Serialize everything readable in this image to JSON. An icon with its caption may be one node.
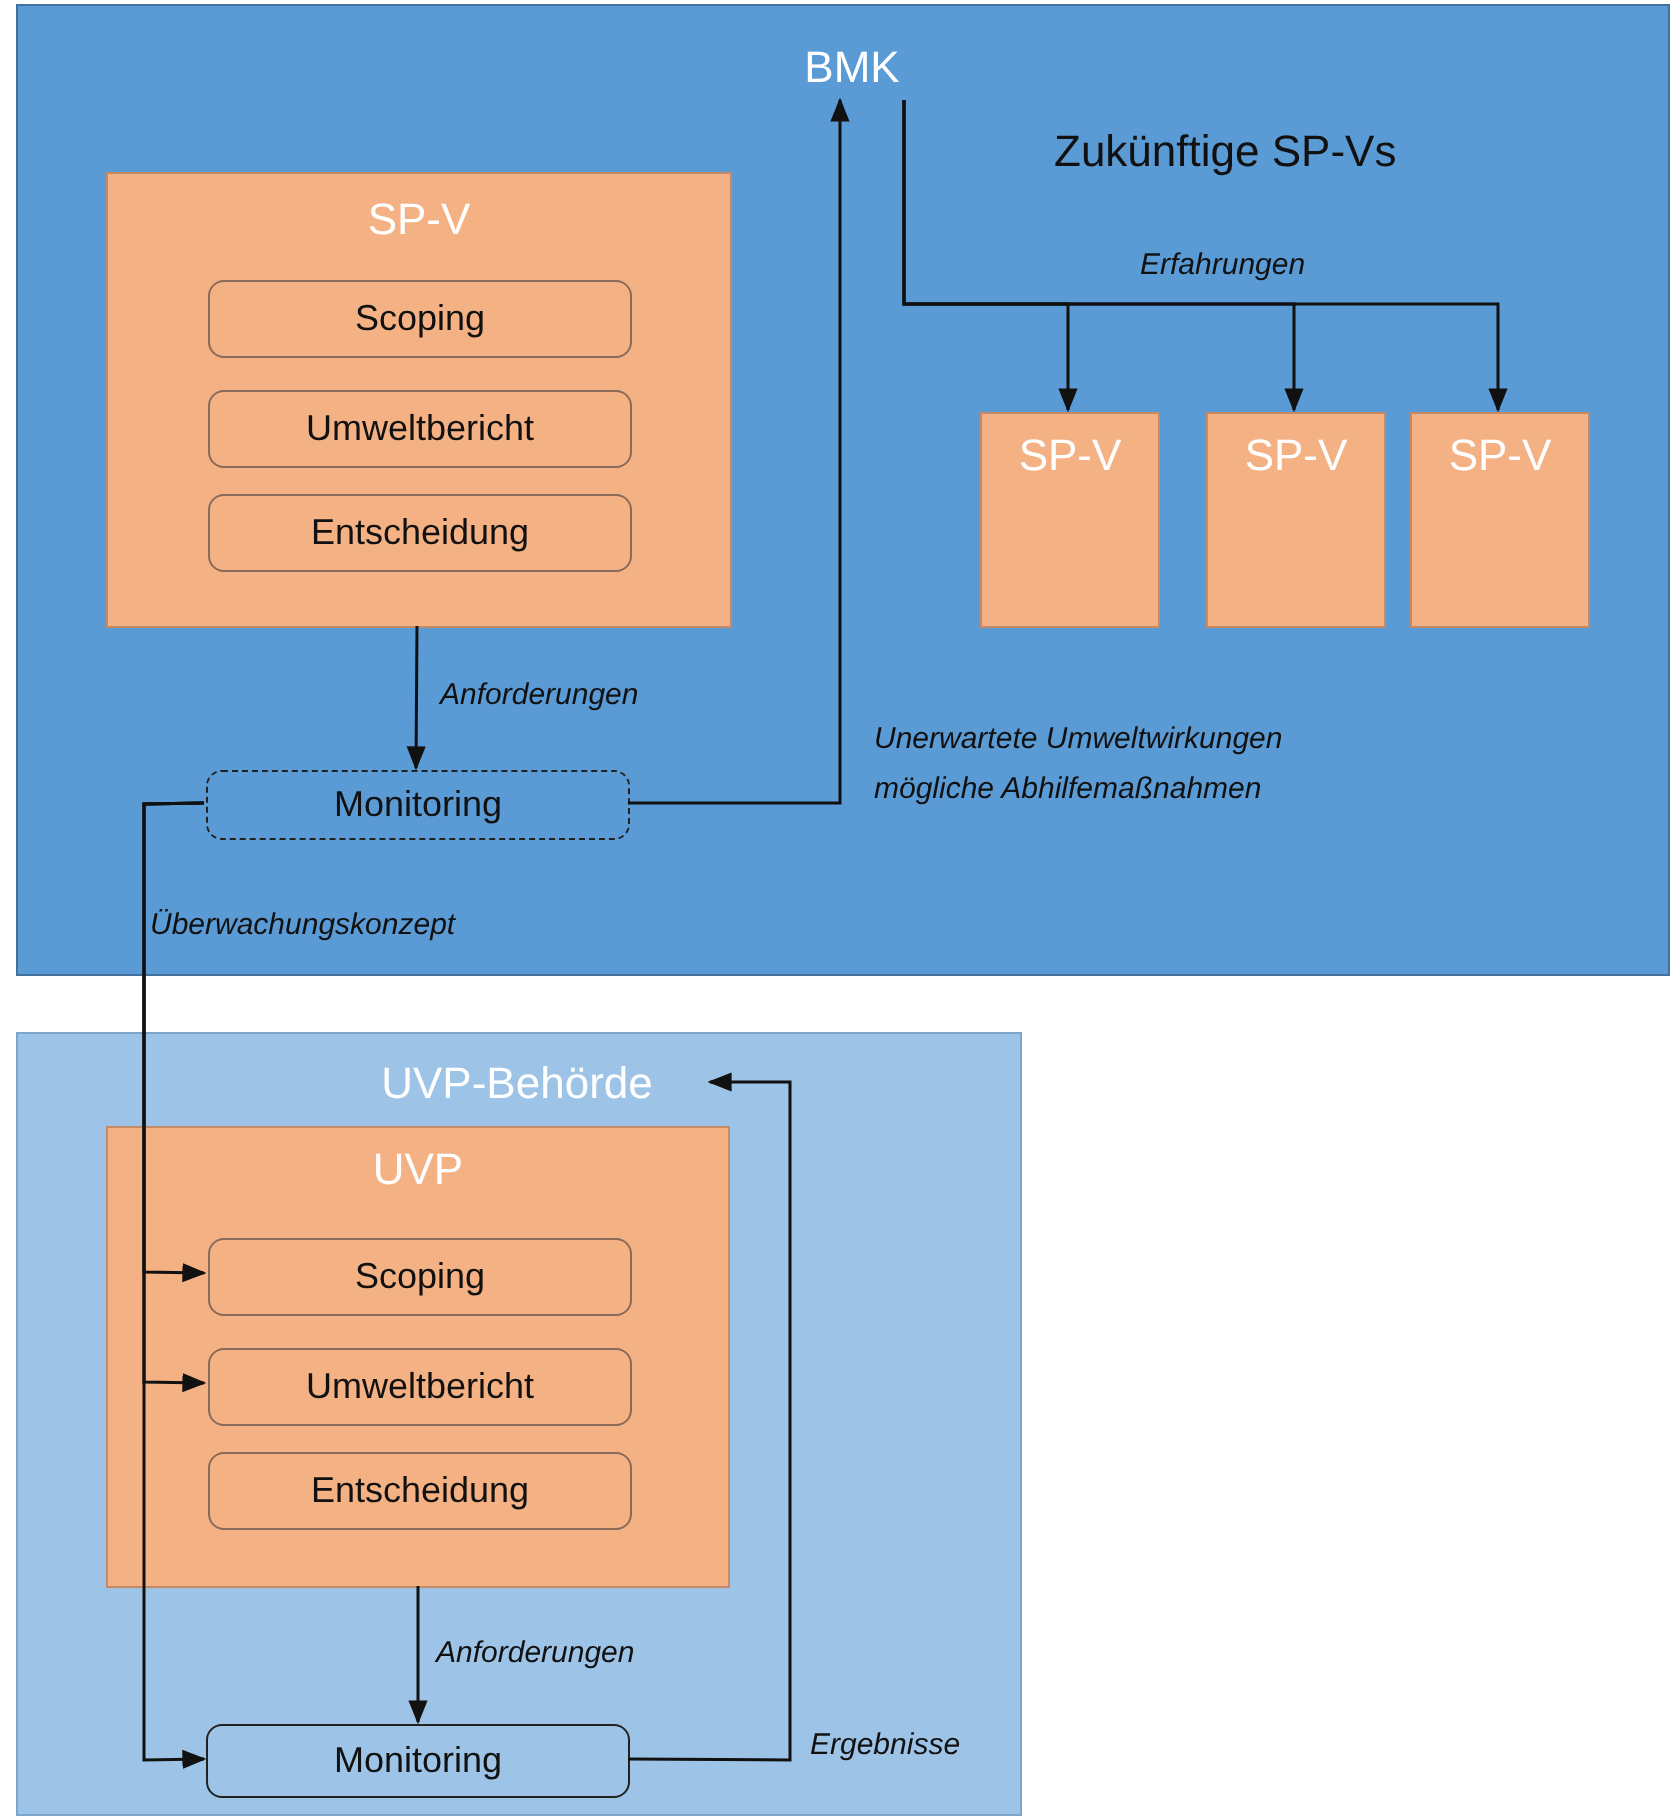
{
  "diagram": {
    "nodes": [
      {
        "text": [],
        "shape": "box"
      },
      {
        "text": [
          "BMK"
        ],
        "in": 0
      },
      {
        "text": [
          "SP-V"
        ],
        "in": 0
      },
      {
        "text": [
          "Scoping"
        ],
        "in": 2
      },
      {
        "text": [
          "Umweltbericht"
        ],
        "in": 2
      },
      {
        "text": [
          "Entscheidung"
        ],
        "in": 2
      },
      {
        "text": [
          "Monitoring"
        ],
        "in": 0
      },
      {
        "text": [
          "SP-V"
        ],
        "in": 0
      },
      {
        "text": [
          "SP-V"
        ],
        "in": 0
      },
      {
        "text": [
          "SP-V"
        ],
        "in": 0
      },
      {
        "text": [],
        "shape": "box"
      },
      {
        "text": [
          "UVP-Behörde"
        ],
        "in": 10
      },
      {
        "text": [
          "UVP"
        ],
        "in": 10
      },
      {
        "text": [
          "Scoping"
        ],
        "in": 12
      },
      {
        "text": [
          "Umweltbericht"
        ],
        "in": 12
      },
      {
        "text": [
          "Entscheidung"
        ],
        "in": 12
      },
      {
        "text": [
          "Monitoring"
        ],
        "in": 10
      }
    ],
    "edges": [
      {
        "from": 2,
        "to": 6,
        "arrow": "to",
        "label": "Anforderungen"
      },
      {
        "from": 6,
        "to": 1,
        "arrow": "to",
        "label": "Unerwartete Umweltwirkungen mögliche Abhilfemaßnahmen"
      },
      {
        "from": 1,
        "to": 7,
        "arrow": "to"
      },
      {
        "from": 1,
        "to": 8,
        "arrow": "to",
        "label": "Erfahrungen"
      },
      {
        "from": 1,
        "to": 9,
        "arrow": "to"
      },
      {
        "from": 6,
        "to": 13,
        "arrow": "to",
        "label": "Überwachungskonzept"
      },
      {
        "from": 6,
        "to": 14,
        "arrow": "to"
      },
      {
        "from": 6,
        "to": 16,
        "arrow": "to"
      },
      {
        "from": 12,
        "to": 16,
        "arrow": "to",
        "label": "Anforderungen"
      },
      {
        "from": 16,
        "to": 11,
        "arrow": "to",
        "label": "Ergebnisse"
      }
    ],
    "labels": [
      "Zukünftige SP-Vs"
    ]
  }
}
